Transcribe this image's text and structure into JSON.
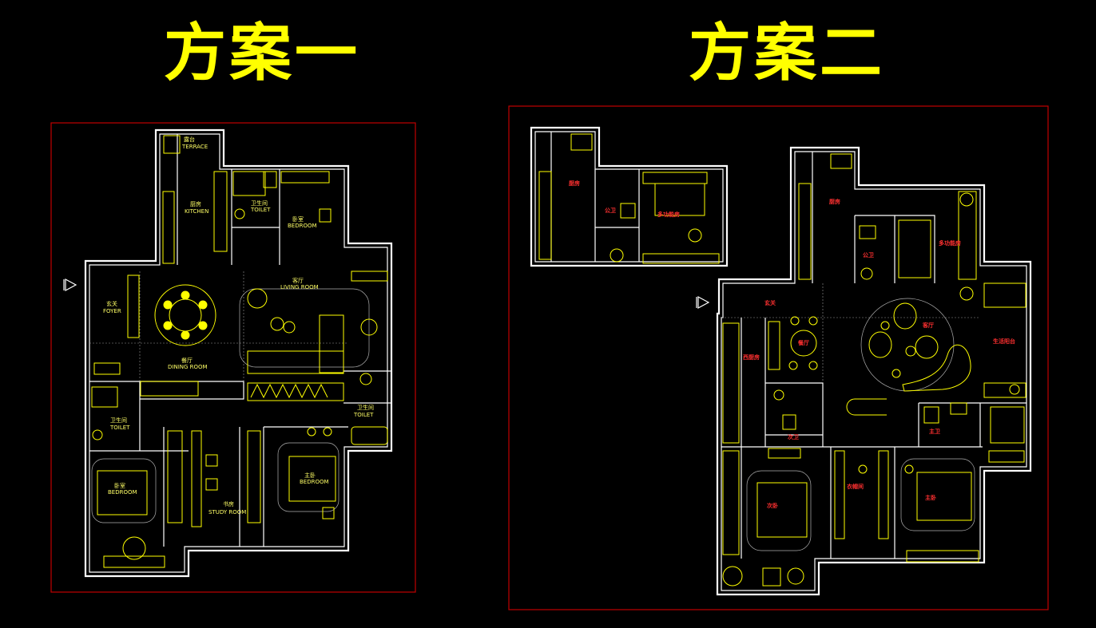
{
  "titles": {
    "scheme1": "方案一",
    "scheme2": "方案二"
  },
  "plan1": {
    "rooms": {
      "terrace_cn": "露台",
      "terrace_en": "TERRACE",
      "kitchen_cn": "厨房",
      "kitchen_en": "KITCHEN",
      "toilet1_cn": "卫生间",
      "toilet1_en": "TOILET",
      "bedroom1_cn": "卧室",
      "bedroom1_en": "BEDROOM",
      "living_cn": "客厅",
      "living_en": "LIVING ROOM",
      "foyer_cn": "玄关",
      "foyer_en": "FOYER",
      "dining_cn": "餐厅",
      "dining_en": "DINING ROOM",
      "toilet2_cn": "卫生间",
      "toilet2_en": "TOILET",
      "toilet3_cn": "卫生间",
      "toilet3_en": "TOILET",
      "bedroom2_cn": "卧室",
      "bedroom2_en": "BEDROOM",
      "study_cn": "书房",
      "study_en": "STUDY ROOM",
      "master_cn": "主卧",
      "master_en": "BEDROOM"
    }
  },
  "plan2": {
    "rooms": {
      "kitchen_a": "厨房",
      "bath_a": "公卫",
      "multi_a": "多功能房",
      "kitchen_b": "厨房",
      "multi_b": "多功能房",
      "bath_b": "公卫",
      "foyer": "玄关",
      "living": "客厅",
      "dining": "餐厅",
      "western_kitchen": "西厨房",
      "balcony": "生活阳台",
      "master_bath": "主卫",
      "guest_bath": "次卫",
      "second_bedroom": "次卧",
      "closet": "衣帽间",
      "master_bedroom": "主卧"
    }
  }
}
